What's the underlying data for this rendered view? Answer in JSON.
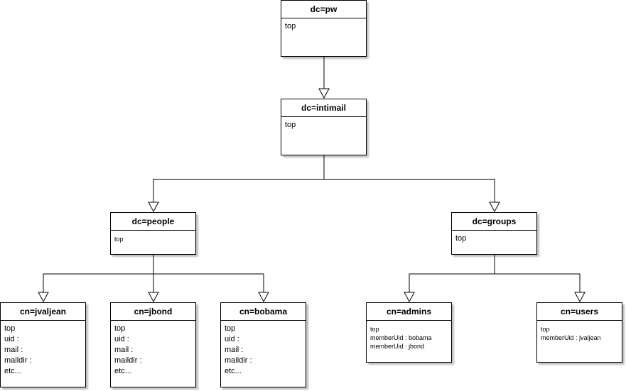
{
  "diagram": {
    "nodes": [
      {
        "id": "pw",
        "title": "dc=pw",
        "attrs": [
          "top"
        ],
        "size": "normal"
      },
      {
        "id": "intimail",
        "title": "dc=intimail",
        "attrs": [
          "top"
        ],
        "size": "normal"
      },
      {
        "id": "people",
        "title": "dc=people",
        "attrs": [
          "top"
        ],
        "size": "small"
      },
      {
        "id": "groups",
        "title": "dc=groups",
        "attrs": [
          "top"
        ],
        "size": "normal"
      },
      {
        "id": "jvaljean",
        "title": "cn=jvaljean",
        "attrs": [
          "top",
          "uid :",
          "mail :",
          "maildir :",
          "etc..."
        ],
        "size": "normal"
      },
      {
        "id": "jbond",
        "title": "cn=jbond",
        "attrs": [
          "top",
          "uid :",
          "mail :",
          "maildir :",
          "etc..."
        ],
        "size": "normal"
      },
      {
        "id": "bobama",
        "title": "cn=bobama",
        "attrs": [
          "top",
          "uid :",
          "mail :",
          "maildir :",
          "etc..."
        ],
        "size": "normal"
      },
      {
        "id": "admins",
        "title": "cn=admins",
        "attrs": [
          "top",
          "memberUid : bobama",
          "memberUid : jbond"
        ],
        "size": "small"
      },
      {
        "id": "users",
        "title": "cn=users",
        "attrs": [
          "top",
          "memberUid : jvaljean"
        ],
        "size": "small"
      }
    ],
    "edges": [
      {
        "from": "pw",
        "to": "intimail"
      },
      {
        "from": "intimail",
        "to": "people"
      },
      {
        "from": "intimail",
        "to": "groups"
      },
      {
        "from": "people",
        "to": "jvaljean"
      },
      {
        "from": "people",
        "to": "jbond"
      },
      {
        "from": "people",
        "to": "bobama"
      },
      {
        "from": "groups",
        "to": "admins"
      },
      {
        "from": "groups",
        "to": "users"
      }
    ]
  }
}
